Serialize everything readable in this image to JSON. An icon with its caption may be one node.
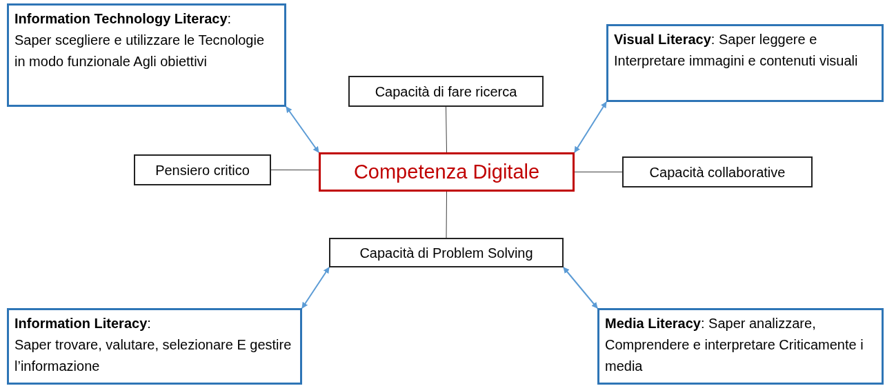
{
  "diagram": {
    "nodes": [
      {
        "text": [
          "**Information Technology Literacy**:",
          "Saper scegliere e utilizzare le Tecnologie in modo funzionale Agli obiettivi"
        ]
      },
      {
        "text": [
          "Capacità di fare ricerca"
        ]
      },
      {
        "text": [
          "**Visual Literacy**: Saper leggere e Interpretare immagini e contenuti visuali"
        ]
      },
      {
        "text": [
          "Pensiero critico"
        ]
      },
      {
        "text": [
          "Competenza Digitale"
        ]
      },
      {
        "text": [
          "Capacità collaborative"
        ]
      },
      {
        "text": [
          "Capacità di Problem Solving"
        ]
      },
      {
        "text": [
          "**Information Literacy**:",
          "Saper trovare, valutare, selezionare E gestire l’informazione"
        ]
      },
      {
        "text": [
          "**Media Literacy**: Saper analizzare, Comprendere e interpretare Criticamente i media"
        ]
      }
    ],
    "edges": [
      {
        "from": 0,
        "to": 4,
        "arrow": "both",
        "color": "#5b9bd5"
      },
      {
        "from": 1,
        "to": 4,
        "arrow": "none",
        "color": "#404040"
      },
      {
        "from": 2,
        "to": 4,
        "arrow": "both",
        "color": "#5b9bd5"
      },
      {
        "from": 3,
        "to": 4,
        "arrow": "none",
        "color": "#404040"
      },
      {
        "from": 4,
        "to": 5,
        "arrow": "none",
        "color": "#404040"
      },
      {
        "from": 4,
        "to": 6,
        "arrow": "none",
        "color": "#404040"
      },
      {
        "from": 7,
        "to": 6,
        "arrow": "both",
        "color": "#5b9bd5"
      },
      {
        "from": 6,
        "to": 8,
        "arrow": "both",
        "color": "#5b9bd5"
      }
    ]
  }
}
